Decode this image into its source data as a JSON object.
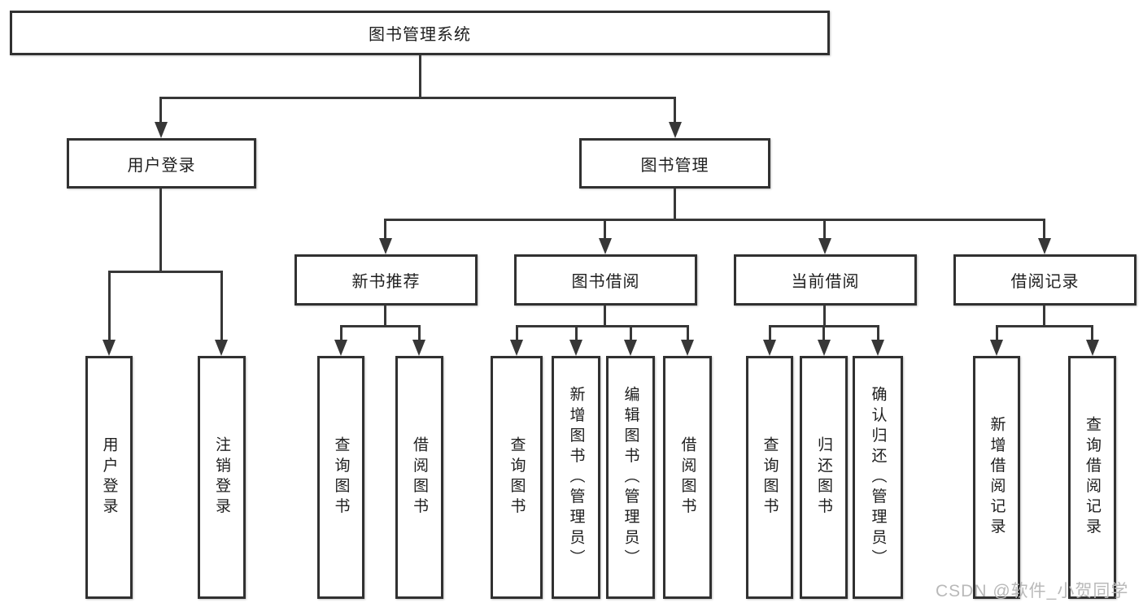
{
  "diagram": {
    "type": "hierarchy-tree",
    "title": "图书管理系统",
    "watermark": "CSDN @软件_小贺同学",
    "colors": {
      "box_border": "#313131",
      "connector_line": "#373737",
      "text": "#1e1e1e",
      "background": "#ffffff",
      "watermark": "#b9b9b9"
    },
    "nodes": {
      "root": {
        "label": "图书管理系统"
      },
      "level2": [
        {
          "label": "用户登录"
        },
        {
          "label": "图书管理"
        }
      ],
      "level3": [
        {
          "label": "新书推荐"
        },
        {
          "label": "图书借阅"
        },
        {
          "label": "当前借阅"
        },
        {
          "label": "借阅记录"
        }
      ],
      "leaves": {
        "user_login": [
          "用户登录",
          "注销登录"
        ],
        "new_book_rec": [
          "查询图书",
          "借阅图书"
        ],
        "book_borrow": [
          "查询图书",
          "新增图书（管理员）",
          "编辑图书（管理员）",
          "借阅图书"
        ],
        "current_borrow": [
          "查询图书",
          "归还图书",
          "确认归还（管理员）"
        ],
        "borrow_records": [
          "新增借阅记录",
          "查询借阅记录"
        ]
      }
    }
  }
}
